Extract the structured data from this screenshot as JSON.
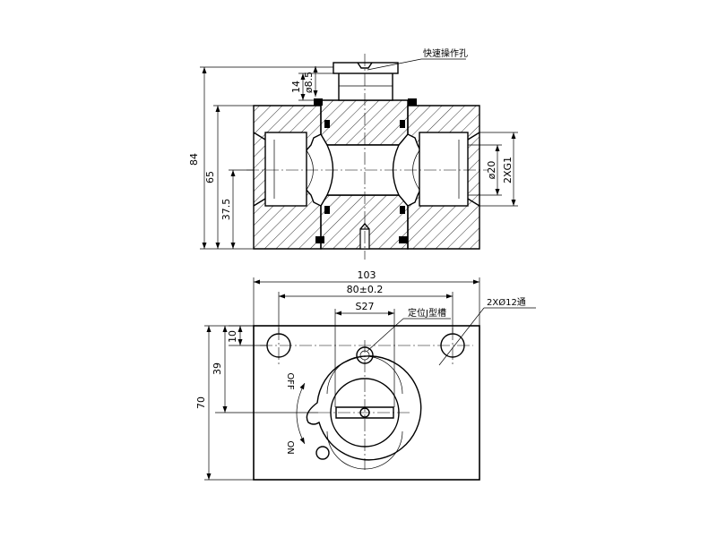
{
  "section_view": {
    "note_quick_hole": "快速操作孔",
    "dim_14": "14",
    "dim_phi8_5": "ø8.5",
    "dim_84": "84",
    "dim_65": "65",
    "dim_37_5": "37.5",
    "dim_phi20": "ø20",
    "dim_2xg1": "2XG1"
  },
  "top_view": {
    "dim_103": "103",
    "dim_80": "80±0.2",
    "dim_s27": "S27",
    "note_locating_slot": "定位J型槽",
    "dim_holes": "2XØ12通",
    "dim_10": "10",
    "dim_39": "39",
    "dim_70": "70",
    "label_off": "OFF",
    "label_on": "ON"
  }
}
